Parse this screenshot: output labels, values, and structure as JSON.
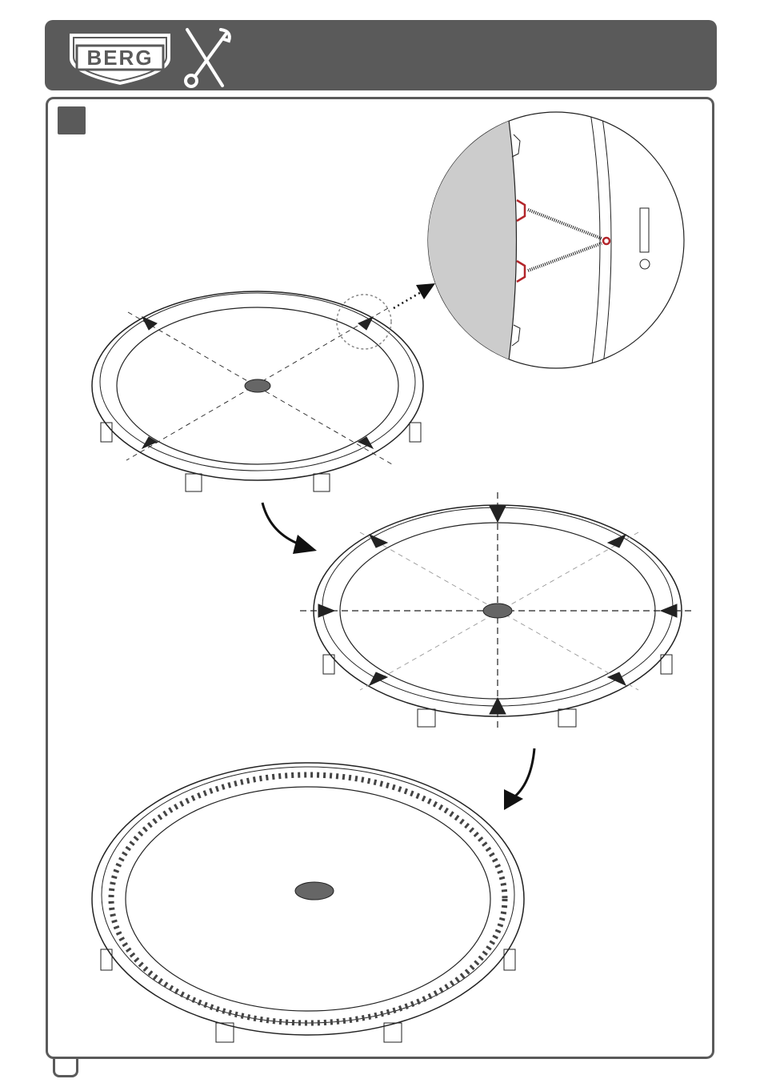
{
  "brand": {
    "logo_text": "BERG",
    "colors": {
      "header": "#5a5a5a",
      "accent_red": "#b3262b",
      "detail_fill": "#cccccc"
    },
    "tool_icon": "wrench-screwdriver-icon"
  },
  "step": {
    "badge_icon": "step-number-badge",
    "figures": [
      {
        "name": "trampoline-partial-springs",
        "icon": "trampoline-outline"
      },
      {
        "name": "trampoline-eight-springs",
        "icon": "trampoline-outline"
      },
      {
        "name": "trampoline-all-springs",
        "icon": "trampoline-outline"
      }
    ],
    "detail": {
      "icon": "spring-hook-detail",
      "arrow_icon": "dotted-arrow-icon"
    },
    "arrows": [
      "curved-arrow-icon",
      "curved-arrow-icon"
    ]
  }
}
